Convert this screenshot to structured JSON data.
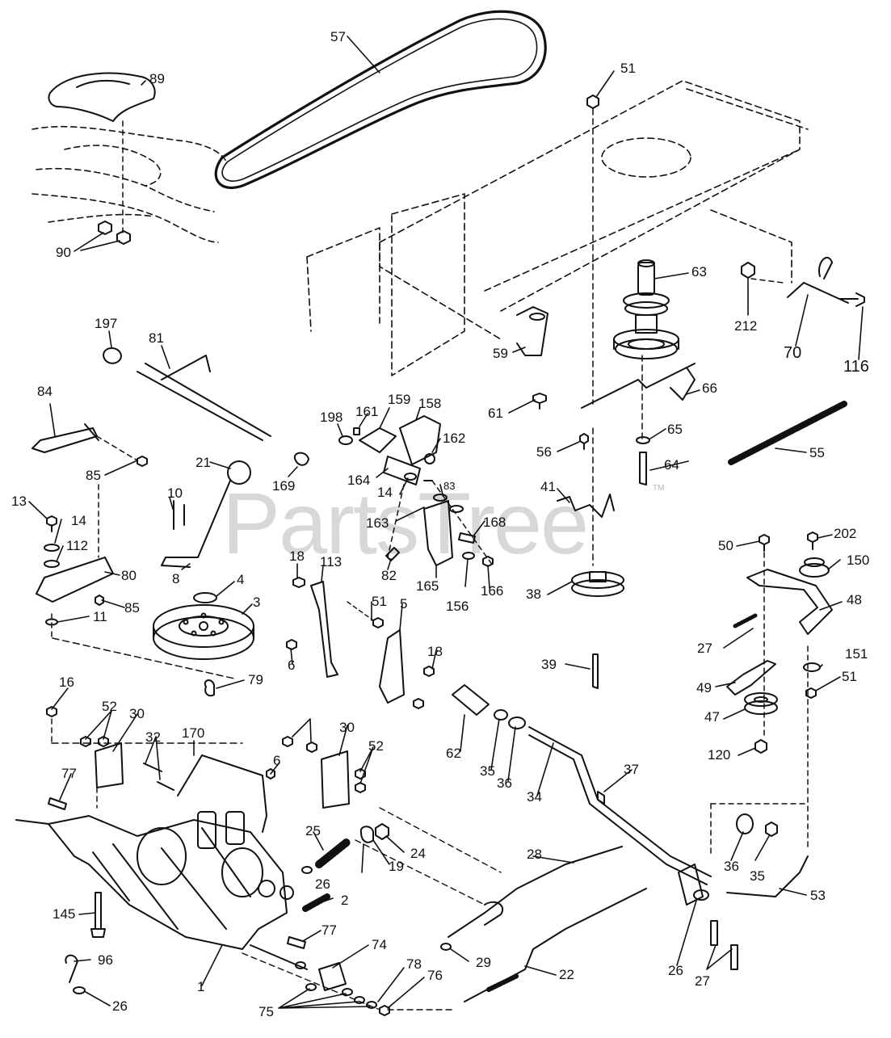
{
  "watermark": {
    "text": "PartsTree",
    "tm": "TM"
  },
  "callouts": [
    "57",
    "89",
    "51",
    "90",
    "63",
    "212",
    "70",
    "116",
    "197",
    "81",
    "59",
    "66",
    "84",
    "198",
    "161",
    "159",
    "158",
    "162",
    "61",
    "56",
    "65",
    "64",
    "55",
    "85",
    "21",
    "169",
    "164",
    "14",
    "83",
    "41",
    "13",
    "14",
    "10",
    "163",
    "168",
    "112",
    "8",
    "82",
    "165",
    "156",
    "166",
    "50",
    "202",
    "150",
    "80",
    "18",
    "113",
    "51",
    "85",
    "4",
    "38",
    "48",
    "11",
    "3",
    "6",
    "5",
    "18",
    "27",
    "151",
    "51",
    "39",
    "79",
    "16",
    "52",
    "30",
    "32",
    "30",
    "49",
    "62",
    "35",
    "36",
    "34",
    "37",
    "47",
    "120",
    "52",
    "170",
    "6",
    "77",
    "25",
    "24",
    "26",
    "19",
    "28",
    "36",
    "35",
    "145",
    "2",
    "53",
    "77",
    "96",
    "29",
    "22",
    "26",
    "1",
    "74",
    "78",
    "76",
    "26",
    "27",
    "75"
  ]
}
